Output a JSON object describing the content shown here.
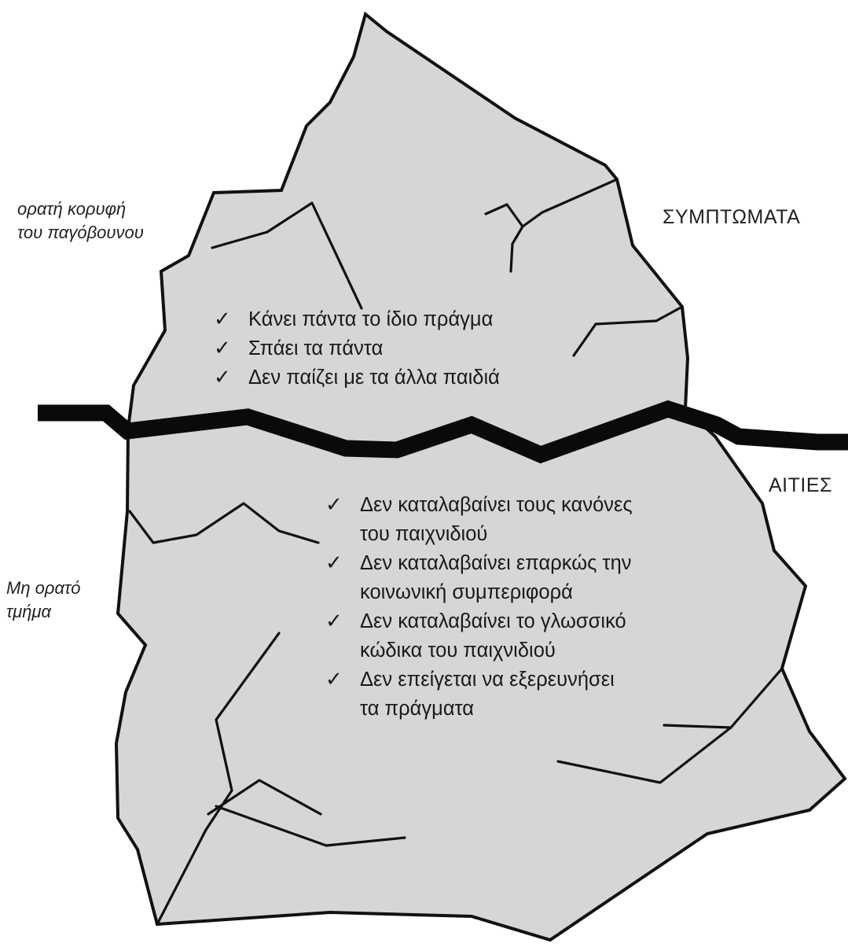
{
  "diagram": {
    "labels": {
      "visible_tip": [
        "ορατή κορυφή",
        "του παγόβουνου"
      ],
      "hidden_part": [
        "Μη ορατό",
        "τμήμα"
      ],
      "symptoms": "ΣΥΜΠΤΩΜΑΤΑ",
      "causes": "ΑΙΤΙΕΣ"
    },
    "check_mark": "✓",
    "symptoms": [
      [
        "Κάνει πάντα το ίδιο πράγμα"
      ],
      [
        "Σπάει τα πάντα"
      ],
      [
        "Δεν παίζει με τα άλλα παιδιά"
      ]
    ],
    "causes": [
      [
        "Δεν καταλαβαίνει τους κανόνες",
        "του παιχνιδιού"
      ],
      [
        "Δεν καταλαβαίνει επαρκώς την",
        "κοινωνική συμπεριφορά"
      ],
      [
        "Δεν καταλαβαίνει το γλωσσικό",
        "κώδικα του παιχνιδιού"
      ],
      [
        "Δεν επείγεται να εξερευνήσει",
        "τα πράγματα"
      ]
    ],
    "colors": {
      "ice_fill": "#d6d6d8",
      "outline": "#111111",
      "waterline": "#0a0a0a",
      "text": "#1a1a1a"
    }
  }
}
